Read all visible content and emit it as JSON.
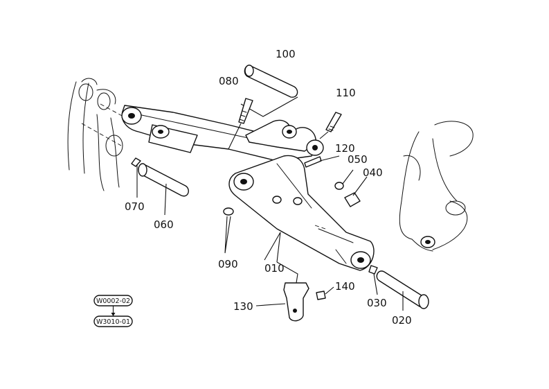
{
  "labels": {
    "p010": "010",
    "p020": "020",
    "p030": "030",
    "p040": "040",
    "p050": "050",
    "p060": "060",
    "p070": "070",
    "p080": "080",
    "p090": "090",
    "p100": "100",
    "p110": "110",
    "p120": "120",
    "p130": "130",
    "p140": "140"
  },
  "refs": {
    "top": "W0002-02",
    "bottom": "W3010-01"
  }
}
